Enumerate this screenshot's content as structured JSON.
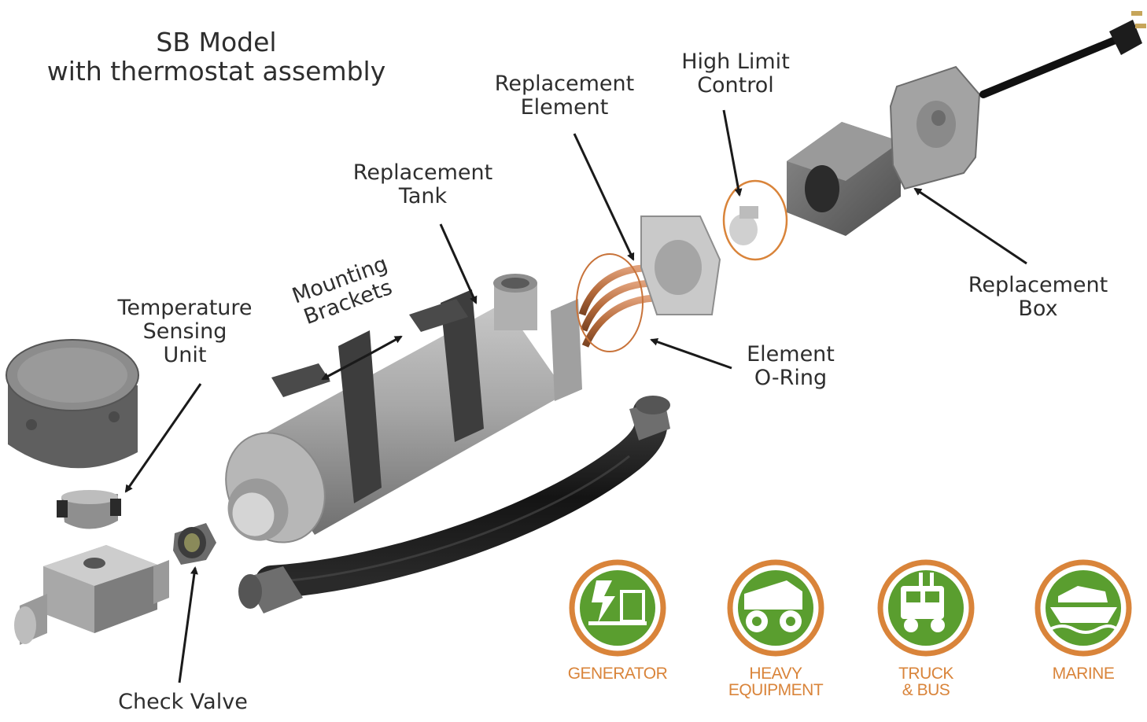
{
  "title": {
    "line1": "SB Model",
    "line2": "with thermostat assembly"
  },
  "labels": {
    "temperature_sensing_unit": [
      "Temperature",
      "Sensing",
      "Unit"
    ],
    "mounting_brackets": [
      "Mounting",
      "Brackets"
    ],
    "replacement_tank": [
      "Replacement",
      "Tank"
    ],
    "replacement_element": [
      "Replacement",
      "Element"
    ],
    "high_limit_control": [
      "High Limit",
      "Control"
    ],
    "replacement_box": [
      "Replacement",
      "Box"
    ],
    "element_o_ring": [
      "Element",
      "O-Ring"
    ],
    "check_valve": [
      "Check Valve"
    ]
  },
  "industries": [
    {
      "name": [
        "GENERATOR"
      ],
      "icon": "generator-icon"
    },
    {
      "name": [
        "HEAVY",
        "EQUIPMENT"
      ],
      "icon": "dump-truck-icon"
    },
    {
      "name": [
        "TRUCK",
        "& BUS"
      ],
      "icon": "semi-truck-icon"
    },
    {
      "name": [
        "MARINE"
      ],
      "icon": "boat-icon"
    }
  ],
  "colors": {
    "badge_ring": "#d9843a",
    "badge_fill": "#5a9e2f",
    "industry_text": "#d9843a",
    "copper": "#b56a3a",
    "metal": "#9c9c9c",
    "dark_metal": "#555555"
  }
}
